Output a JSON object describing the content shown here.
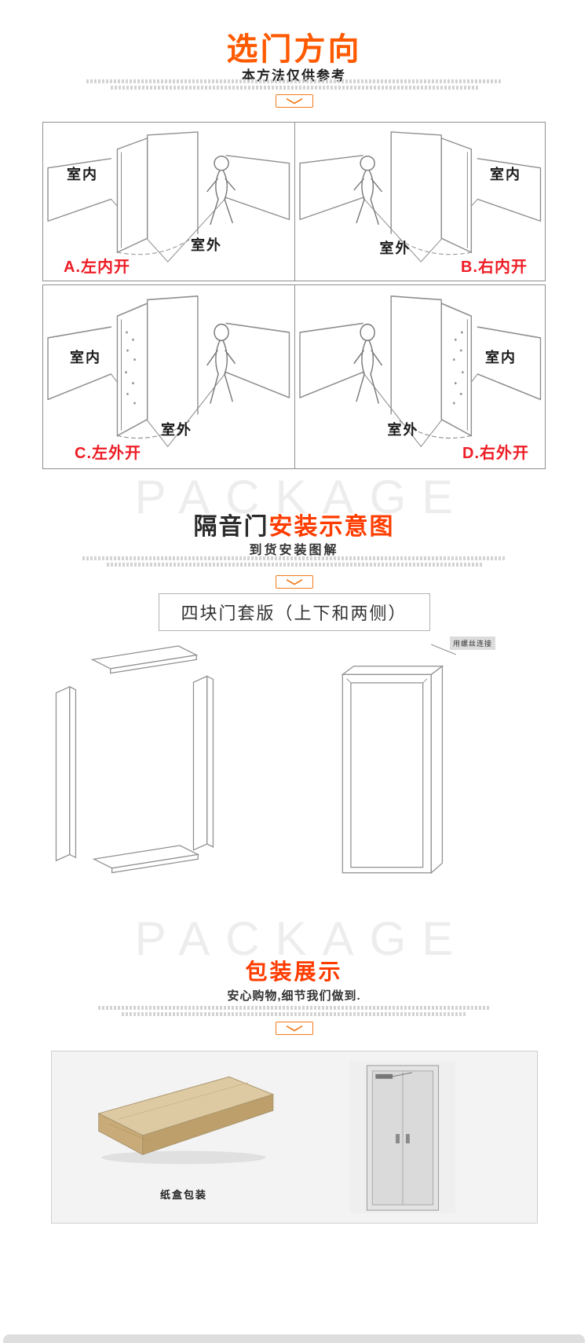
{
  "colors": {
    "accent_orange": "#ff5a00",
    "highlight_red": "#ff3c00",
    "direction_red": "#ee1c25",
    "chevron_orange": "#ef7b1a",
    "watermark_gray": "#ededed"
  },
  "direction_section": {
    "title": "选门方向",
    "subtitle": "本方法仅供参考",
    "cells": [
      {
        "label": "A.左内开",
        "indoor": "室内",
        "outdoor": "室外"
      },
      {
        "label": "B.右内开",
        "indoor": "室内",
        "outdoor": "室外"
      },
      {
        "label": "C.左外开",
        "indoor": "室内",
        "outdoor": "室外"
      },
      {
        "label": "D.右外开",
        "indoor": "室内",
        "outdoor": "室外"
      }
    ]
  },
  "install_section": {
    "watermark": "PACKAGE",
    "title_prefix": "隔音门",
    "title_highlight": "安装示意图",
    "subtitle": "到货安装图解",
    "frame_caption": "四块门套版（上下和两侧）",
    "screw_note": "用螺丝连接"
  },
  "package_section": {
    "watermark": "PACKAGE",
    "title": "包装展示",
    "subtitle": "安心购物,细节我们做到.",
    "carton_label": "纸盒包装"
  }
}
